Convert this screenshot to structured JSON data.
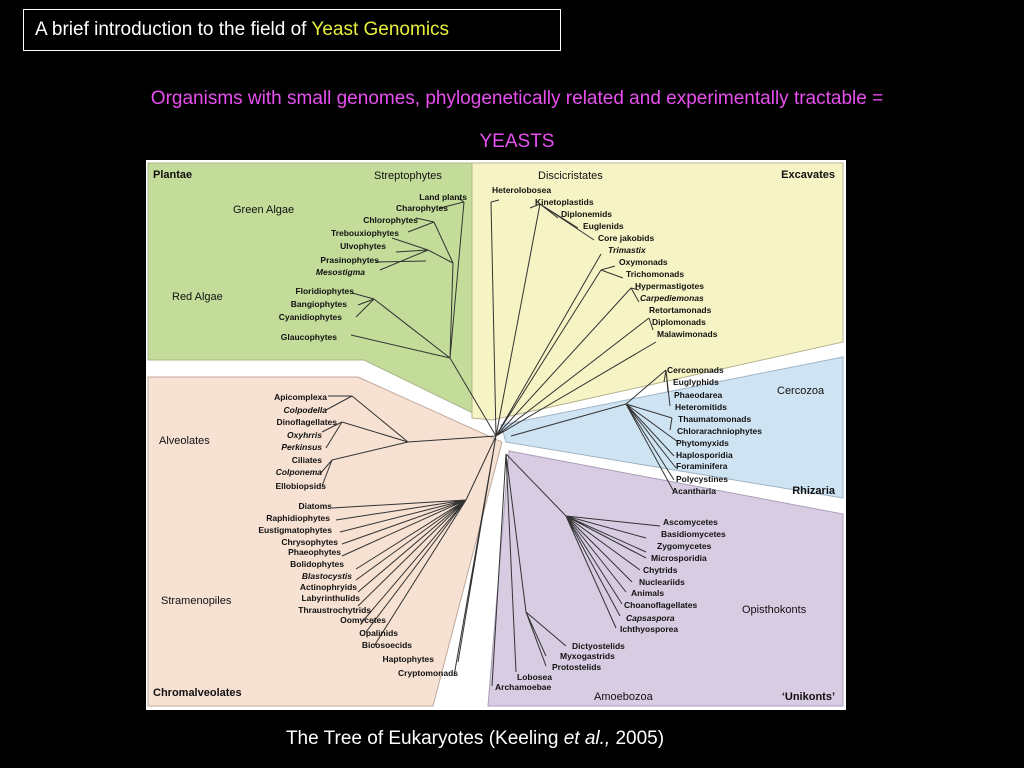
{
  "slide": {
    "title_prefix": "A brief introduction to the field of ",
    "title_highlight": "Yeast Genomics",
    "subtitle_line1": "Organisms with small genomes, phylogenetically related and experimentally tractable =",
    "subtitle_line2": "YEASTS",
    "caption_prefix": "The Tree of Eukaryotes (Keeling ",
    "caption_italic": "et al.,",
    "caption_suffix": " 2005)"
  },
  "colors": {
    "background": "#000000",
    "title_highlight": "#e8ef3a",
    "subtitle": "#e84ef0",
    "plantae": "#c3dc9a",
    "excavates": "#f6f4c4",
    "chromalveolates": "#f7e1d3",
    "rhizaria": "#cfe4f3",
    "unikonts": "#d8cce3"
  },
  "tree": {
    "plantae": {
      "heading": "Plantae",
      "subgroups": [
        "Streptophytes",
        "Green Algae",
        "Red Algae"
      ],
      "taxa": [
        "Land plants",
        "Charophytes",
        "Chlorophytes",
        "Trebouxiophytes",
        "Ulvophytes",
        "Prasinophytes",
        "Mesostigma",
        "Floridiophytes",
        "Bangiophytes",
        "Cyanidiophytes",
        "Glaucophytes"
      ]
    },
    "excavates": {
      "heading": "Excavates",
      "subgroups": [
        "Discicristates"
      ],
      "taxa": [
        "Heterolobosea",
        "Kinetoplastids",
        "Diplonemids",
        "Euglenids",
        "Core jakobids",
        "Trimastix",
        "Oxymonads",
        "Trichomonads",
        "Hypermastigotes",
        "Carpediemonas",
        "Retortamonads",
        "Diplomonads",
        "Malawimonads"
      ]
    },
    "chromalveolates": {
      "heading": "Chromalveolates",
      "subgroups": [
        "Alveolates",
        "Stramenopiles"
      ],
      "taxa": [
        "Apicomplexa",
        "Colpodella",
        "Dinoflagellates",
        "Oxyhrris",
        "Perkinsus",
        "Ciliates",
        "Colponema",
        "Ellobiopsids",
        "Diatoms",
        "Raphidiophytes",
        "Eustigmatophytes",
        "Chrysophytes",
        "Phaeophytes",
        "Bolidophytes",
        "Blastocystis",
        "Actinophryids",
        "Labyrinthulids",
        "Thraustrochytrids",
        "Oomycetes",
        "Opalinids",
        "Bicosoecids",
        "Haptophytes",
        "Cryptomonads"
      ]
    },
    "rhizaria": {
      "heading": "Rhizaria",
      "subgroups": [
        "Cercozoa"
      ],
      "taxa": [
        "Cercomonads",
        "Euglyphids",
        "Phaeodarea",
        "Heteromitids",
        "Thaumatomonads",
        "Chlorarachniophytes",
        "Phytomyxids",
        "Haplosporidia",
        "Foraminifera",
        "Polycystines",
        "Acantharia"
      ]
    },
    "unikonts": {
      "heading": "‘Unikonts’",
      "subgroups": [
        "Opisthokonts",
        "Amoebozoa"
      ],
      "taxa": [
        "Ascomycetes",
        "Basidiomycetes",
        "Zygomycetes",
        "Microsporidia",
        "Chytrids",
        "Nucleariids",
        "Animals",
        "Choanoflagellates",
        "Capsaspora",
        "Ichthyosporea",
        "Dictyostelids",
        "Myxogastrids",
        "Protostelids",
        "Lobosea",
        "Archamoebae"
      ]
    }
  }
}
